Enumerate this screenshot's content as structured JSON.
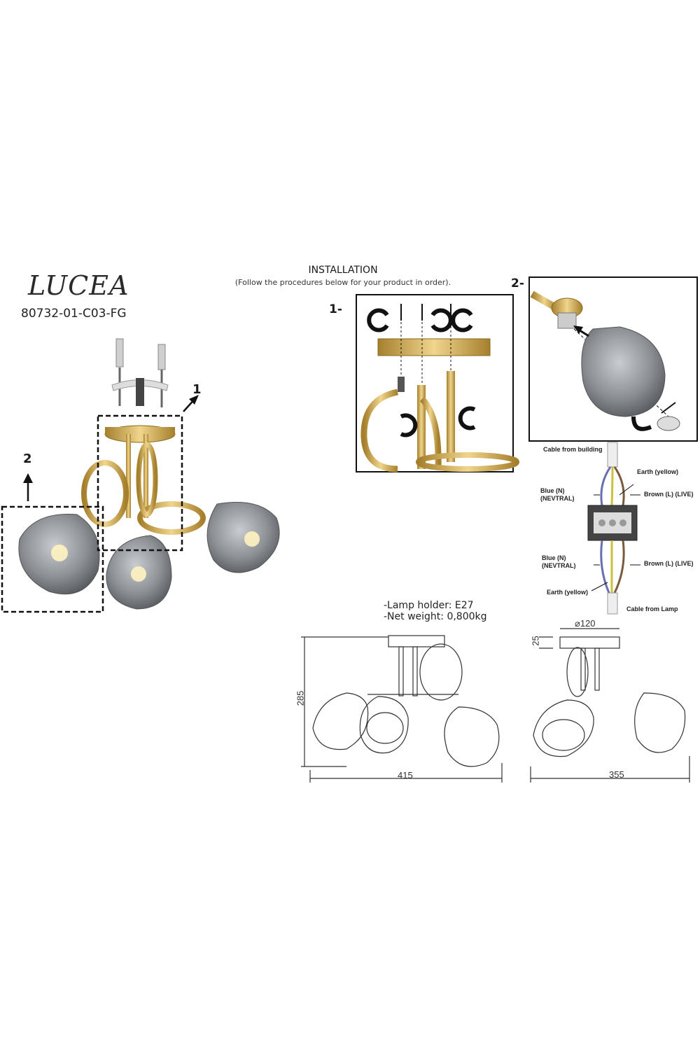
{
  "product": {
    "name": "LUCEA",
    "code": "80732-01-C03-FG"
  },
  "installation": {
    "title": "INSTALLATION",
    "subtitle": "(Follow the procedures below for your product in order).",
    "step1_label": "1-",
    "step2_label": "2-"
  },
  "callouts": {
    "one": "1",
    "two": "2"
  },
  "wiring": {
    "cable_from_building": "Cable from building",
    "earth_top": "Earth (yellow)",
    "blue_top": "Blue (N)\n(NEVTRAL)",
    "brown_top": "Brown (L) (LIVE)",
    "blue_bottom": "Blue (N)\n(NEVTRAL)",
    "brown_bottom": "Brown (L) (LIVE)",
    "earth_bottom": "Earth (yellow)",
    "cable_from_lamp": "Cable from Lamp"
  },
  "specs": {
    "lamp_holder": "-Lamp holder: E27",
    "net_weight": "-Net weight: 0,800kg"
  },
  "dimensions": {
    "height": "285",
    "width_front": "415",
    "width_side": "355",
    "diameter": "⌀120",
    "canopy_height": "25"
  },
  "colors": {
    "gold": "#c9a24a",
    "gold_dark": "#8a6a1c",
    "smoke_glass": "#8c8f94",
    "earth": "#c9c23a",
    "blue": "#6a6fb0",
    "brown": "#7a5a3c"
  }
}
